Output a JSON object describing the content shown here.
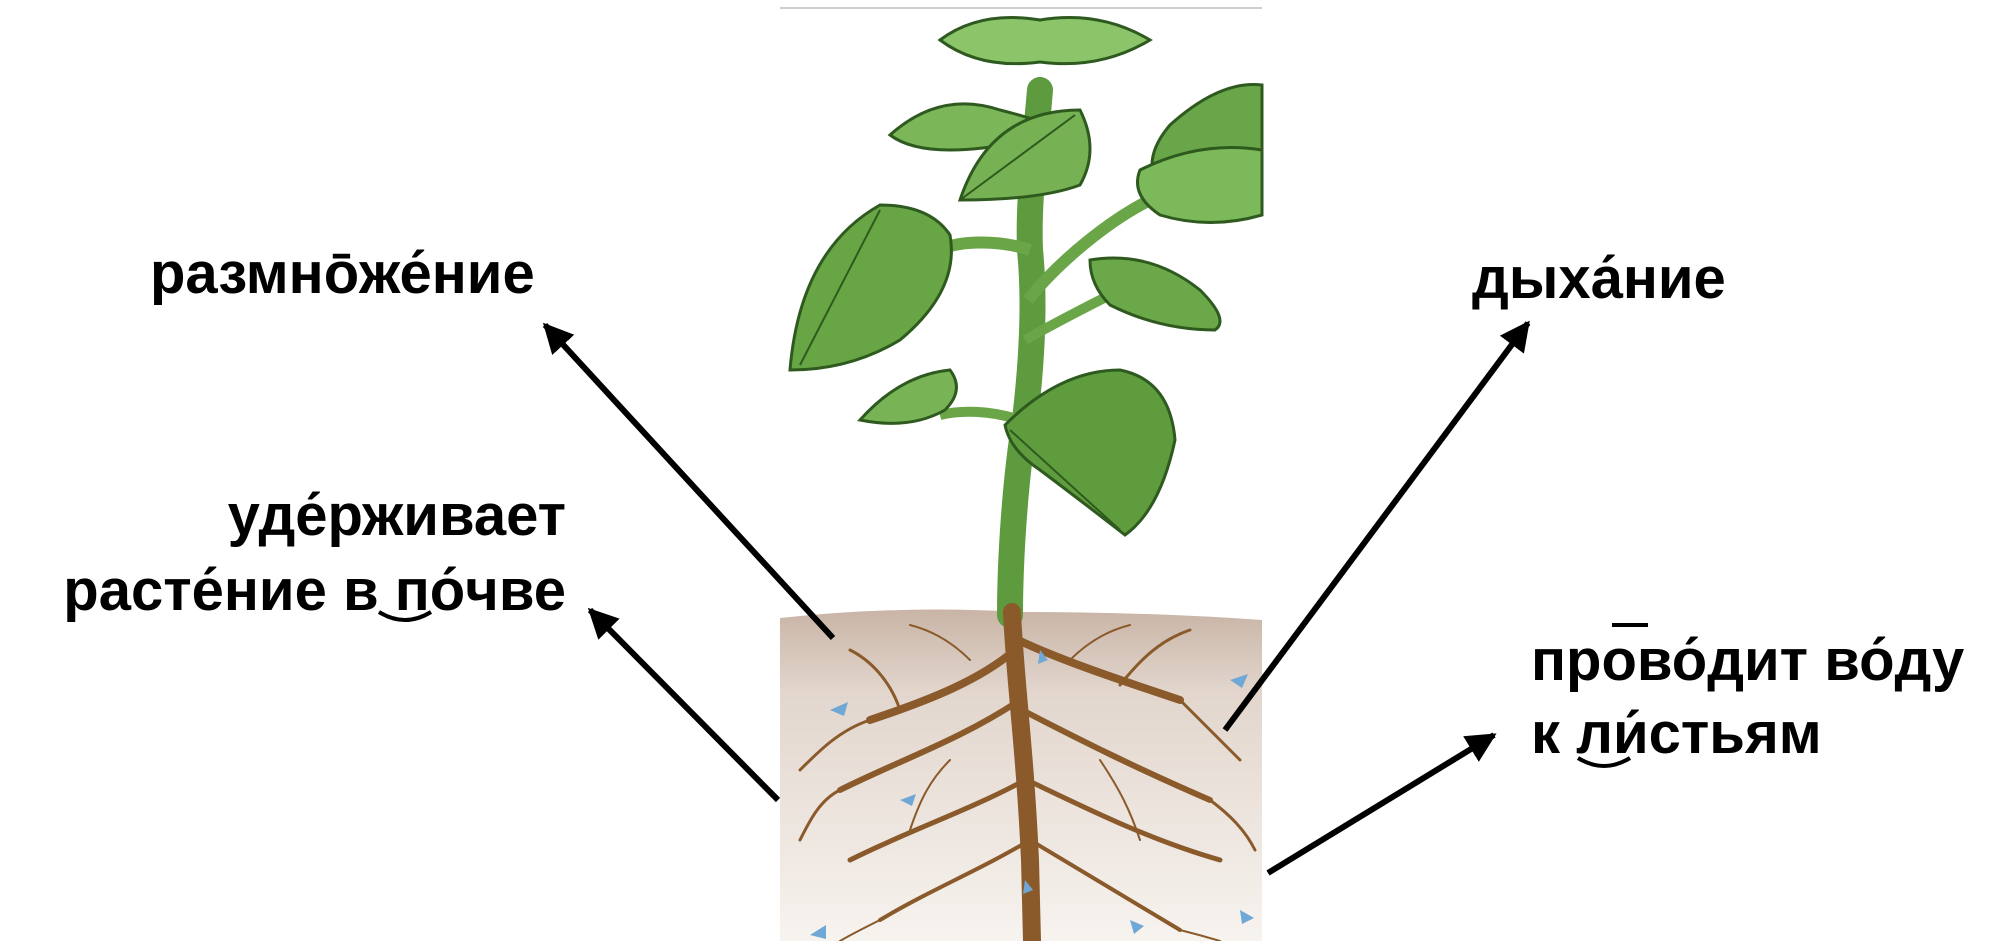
{
  "labels": {
    "reproduction": "размно̄же́ние",
    "respiration": "дыха́ние",
    "holds_line1": "уде́рживает",
    "holds_line2": "расте́ние в по́чве",
    "conducts_line1": "прово́дит во́ду",
    "conducts_line2": "к ли́стьям"
  },
  "colors": {
    "text": "#000000",
    "arrow": "#000000",
    "leaf": "#5fa042",
    "leaf_light": "#8cc46a",
    "stem": "#6aa548",
    "soil": "#e4d8cf",
    "root": "#8a5a2b",
    "water": "#6fa7d6"
  }
}
